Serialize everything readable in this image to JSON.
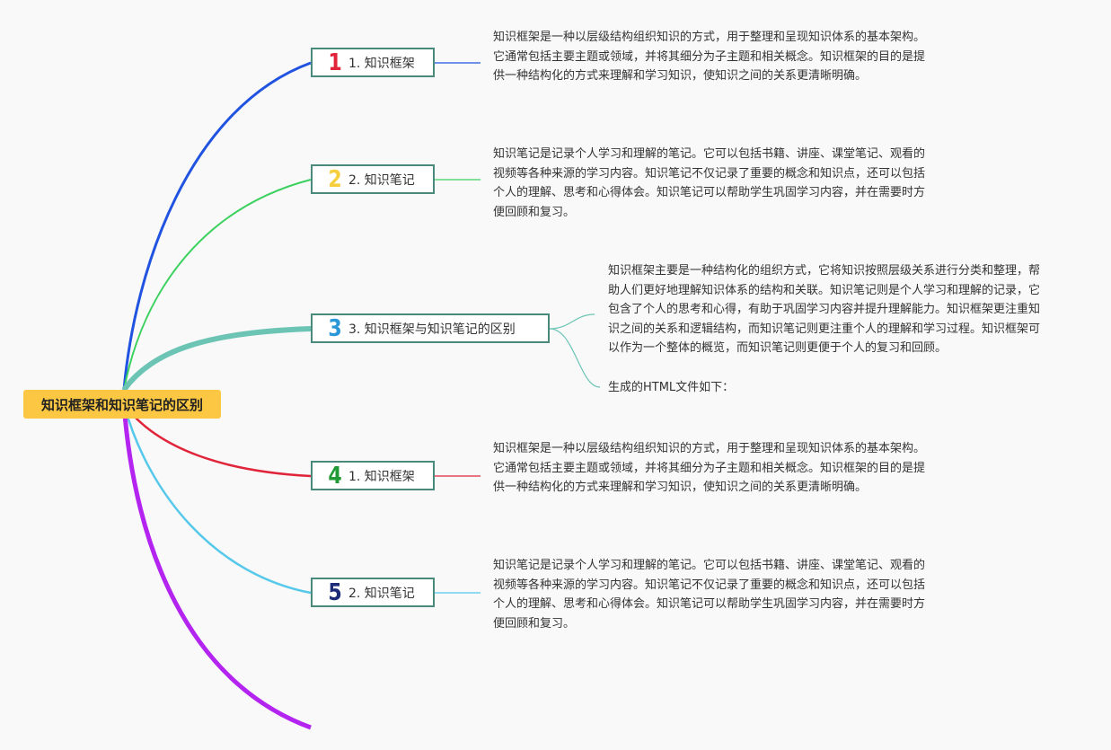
{
  "root": {
    "label": "知识框架和知识笔记的区别"
  },
  "branches": [
    {
      "number": "1",
      "label": "1. 知识框架",
      "number_color": "#e0243a",
      "line_color": "#1f53e0",
      "description": "知识框架是一种以层级结构组织知识的方式，用于整理和呈现知识体系的基本架构。它通常包括主要主题或领域，并将其细分为子主题和相关概念。知识框架的目的是提供一种结构化的方式来理解和学习知识，使知识之间的关系更清晰明确。"
    },
    {
      "number": "2",
      "label": "2. 知识笔记",
      "number_color": "#f5cf3d",
      "line_color": "#3bd15e",
      "description": "知识笔记是记录个人学习和理解的笔记。它可以包括书籍、讲座、课堂笔记、观看的视频等各种来源的学习内容。知识笔记不仅记录了重要的概念和知识点，还可以包括个人的理解、思考和心得体会。知识笔记可以帮助学生巩固学习内容，并在需要时方便回顾和复习。"
    },
    {
      "number": "3",
      "label": "3. 知识框架与知识笔记的区别",
      "number_color": "#2a97d8",
      "line_color": "#6cc4b4",
      "description": "知识框架主要是一种结构化的组织方式，它将知识按照层级关系进行分类和整理，帮助人们更好地理解知识体系的结构和关联。知识笔记则是个人学习和理解的记录，它包含了个人的思考和心得，有助于巩固学习内容并提升理解能力。知识框架更注重知识之间的关系和逻辑结构，而知识笔记则更注重个人的理解和学习过程。知识框架可以作为一个整体的概览，而知识笔记则更便于个人的复习和回顾。",
      "extra": "生成的HTML文件如下："
    },
    {
      "number": "4",
      "label": "1. 知识框架",
      "number_color": "#1f9a35",
      "line_color": "#e0243a",
      "description": "知识框架是一种以层级结构组织知识的方式，用于整理和呈现知识体系的基本架构。它通常包括主要主题或领域，并将其细分为子主题和相关概念。知识框架的目的是提供一种结构化的方式来理解和学习知识，使知识之间的关系更清晰明确。"
    },
    {
      "number": "5",
      "label": "2. 知识笔记",
      "number_color": "#1c2a78",
      "line_color": "#56c8ea",
      "description": "知识笔记是记录个人学习和理解的笔记。它可以包括书籍、讲座、课堂笔记、观看的视频等各种来源的学习内容。知识笔记不仅记录了重要的概念和知识点，还可以包括个人的理解、思考和心得体会。知识笔记可以帮助学生巩固学习内容，并在需要时方便回顾和复习。"
    }
  ],
  "extra_branch": {
    "line_color": "#b424f0"
  }
}
